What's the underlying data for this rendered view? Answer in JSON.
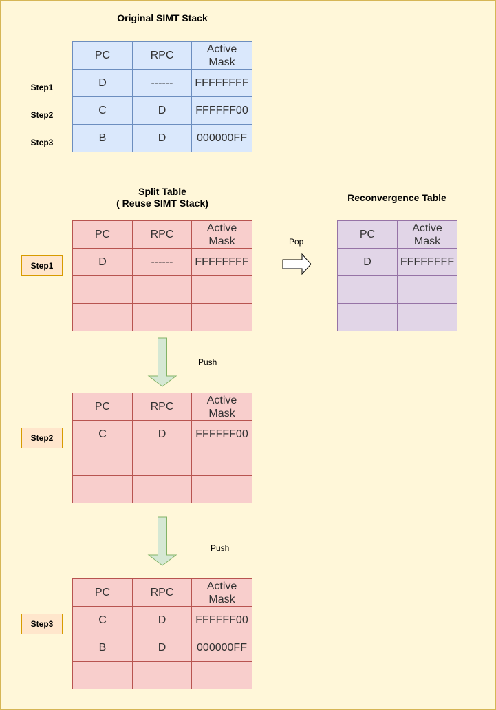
{
  "original": {
    "title": "Original SIMT Stack",
    "headers": [
      "PC",
      "RPC",
      "Active\nMask"
    ],
    "rows": [
      {
        "step": "Step1",
        "cells": [
          "D",
          "------",
          "FFFFFFFF"
        ]
      },
      {
        "step": "Step2",
        "cells": [
          "C",
          "D",
          "FFFFFF00"
        ]
      },
      {
        "step": "Step3",
        "cells": [
          "B",
          "D",
          "000000FF"
        ]
      }
    ]
  },
  "split": {
    "title": "Split Table\n( Reuse SIMT Stack)",
    "headers": [
      "PC",
      "RPC",
      "Active\nMask"
    ],
    "step1": {
      "label": "Step1",
      "rows": [
        [
          "D",
          "------",
          "FFFFFFFF"
        ],
        [
          "",
          "",
          ""
        ],
        [
          "",
          "",
          ""
        ]
      ]
    },
    "step2": {
      "label": "Step2",
      "rows": [
        [
          "C",
          "D",
          "FFFFFF00"
        ],
        [
          "",
          "",
          ""
        ],
        [
          "",
          "",
          ""
        ]
      ]
    },
    "step3": {
      "label": "Step3",
      "rows": [
        [
          "C",
          "D",
          "FFFFFF00"
        ],
        [
          "B",
          "D",
          "000000FF"
        ],
        [
          "",
          "",
          ""
        ]
      ]
    }
  },
  "reconvergence": {
    "title": "Reconvergence Table",
    "headers": [
      "PC",
      "Active\nMask"
    ],
    "rows": [
      [
        "D",
        "FFFFFFFF"
      ],
      [
        "",
        ""
      ],
      [
        "",
        ""
      ]
    ]
  },
  "arrows": {
    "pop": "Pop",
    "push1": "Push",
    "push2": "Push"
  },
  "colors": {
    "background": "#fff7d9",
    "blue_fill": "#dae8fc",
    "red_fill": "#f8cecc",
    "purple_fill": "#e1d5e7",
    "step_fill": "#ffe6cc",
    "push_arrow_fill": "#d5e8d4",
    "pop_arrow_fill": "#ffffff"
  }
}
